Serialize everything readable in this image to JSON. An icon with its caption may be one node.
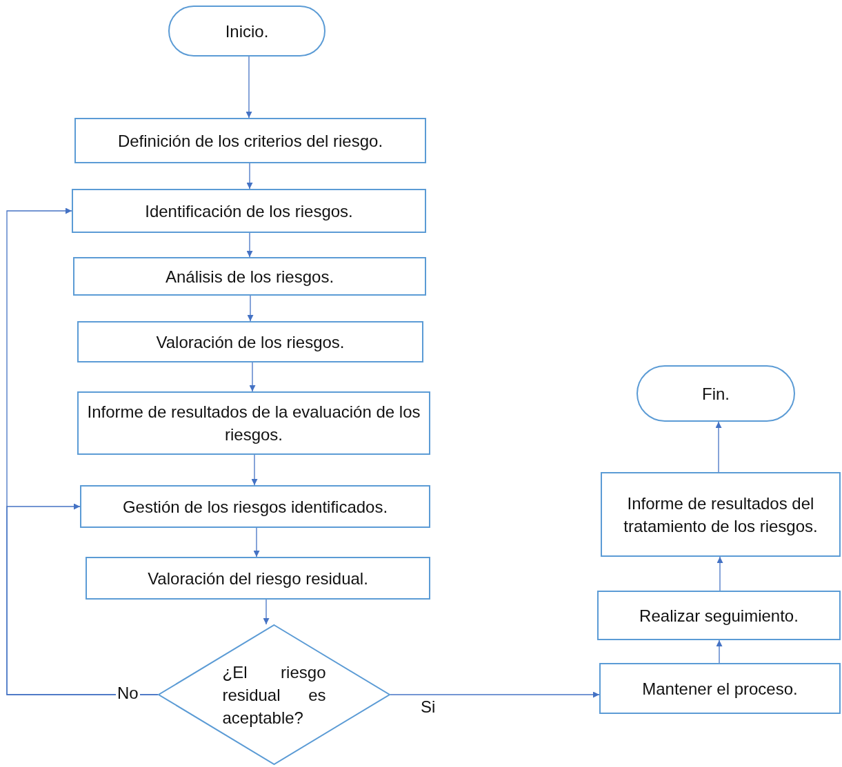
{
  "diagram": {
    "nodes": [
      {
        "text": [
          "Inicio."
        ]
      },
      {
        "text": [
          "Definición de los criterios del riesgo."
        ]
      },
      {
        "text": [
          "Identificación de los riesgos."
        ]
      },
      {
        "text": [
          "Análisis de los riesgos."
        ]
      },
      {
        "text": [
          "Valoración de los riesgos."
        ]
      },
      {
        "text": [
          "Informe de resultados de la evaluación de los riesgos."
        ]
      },
      {
        "text": [
          "Gestión de los riesgos identificados."
        ]
      },
      {
        "text": [
          "Valoración del riesgo residual."
        ]
      },
      {
        "text": [
          "¿El riesgo residual es aceptable?"
        ]
      },
      {
        "text": [
          "Mantener el proceso."
        ]
      },
      {
        "text": [
          "Realizar seguimiento."
        ]
      },
      {
        "text": [
          "Informe de resultados del tratamiento de los riesgos."
        ]
      },
      {
        "text": [
          "Fin."
        ]
      }
    ],
    "edges": [
      {
        "from": 0,
        "to": 1,
        "arrow": "to"
      },
      {
        "from": 1,
        "to": 2,
        "arrow": "to"
      },
      {
        "from": 2,
        "to": 3,
        "arrow": "to"
      },
      {
        "from": 3,
        "to": 4,
        "arrow": "to"
      },
      {
        "from": 4,
        "to": 5,
        "arrow": "to"
      },
      {
        "from": 5,
        "to": 6,
        "arrow": "to"
      },
      {
        "from": 6,
        "to": 7,
        "arrow": "to"
      },
      {
        "from": 7,
        "to": 8,
        "arrow": "to"
      },
      {
        "from": 8,
        "to": 2,
        "arrow": "to",
        "label": "No"
      },
      {
        "from": 8,
        "to": 6,
        "arrow": "to"
      },
      {
        "from": 8,
        "to": 9,
        "arrow": "to",
        "label": "Si"
      },
      {
        "from": 9,
        "to": 10,
        "arrow": "to"
      },
      {
        "from": 10,
        "to": 11,
        "arrow": "to"
      },
      {
        "from": 11,
        "to": 12,
        "arrow": "to"
      }
    ]
  }
}
